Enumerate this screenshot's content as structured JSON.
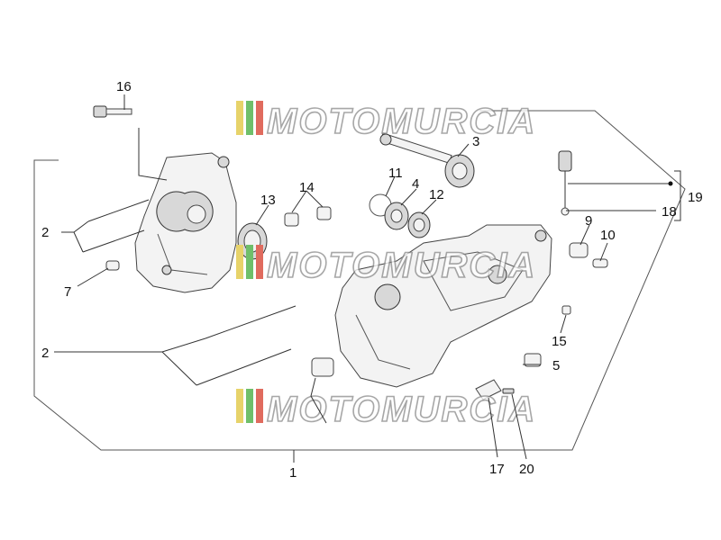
{
  "watermark": {
    "text": "MOTOMURCIA",
    "stripe_colors": [
      "#e7d36a",
      "#6fbf6a",
      "#e06b5e"
    ]
  },
  "callouts": [
    "1",
    "2",
    "2",
    "3",
    "4",
    "5",
    "7",
    "9",
    "10",
    "11",
    "12",
    "13",
    "14",
    "15",
    "16",
    "17",
    "18",
    "19",
    "20"
  ]
}
